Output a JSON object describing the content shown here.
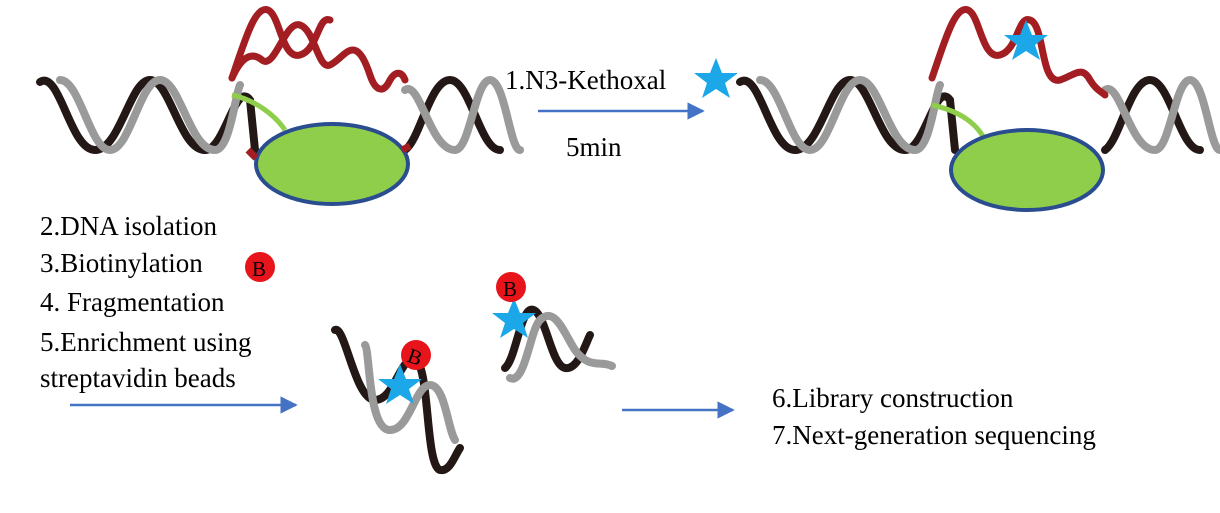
{
  "step1": {
    "label": "1.N3-Kethoxal",
    "time": "5min"
  },
  "steps_left": [
    "2.DNA isolation",
    "3.Biotinylation",
    "4. Fragmentation",
    "5.Enrichment using",
    "streptavidin beads"
  ],
  "steps_right": [
    "6.Library construction",
    "7.Next-generation sequencing"
  ],
  "biotin_badge": "B",
  "colors": {
    "dark_strand": "#231815",
    "light_strand": "#9a9a9a",
    "bubble_strand": "#a31e22",
    "protein_fill": "#8fce4a",
    "protein_stroke": "#2a4d8f",
    "arrow": "#4472c4",
    "star": "#1ba7e8",
    "biotin": "#e8141c"
  },
  "icons": [
    "n3-kethoxal-star-icon",
    "biotin-icon",
    "arrow-icon"
  ]
}
